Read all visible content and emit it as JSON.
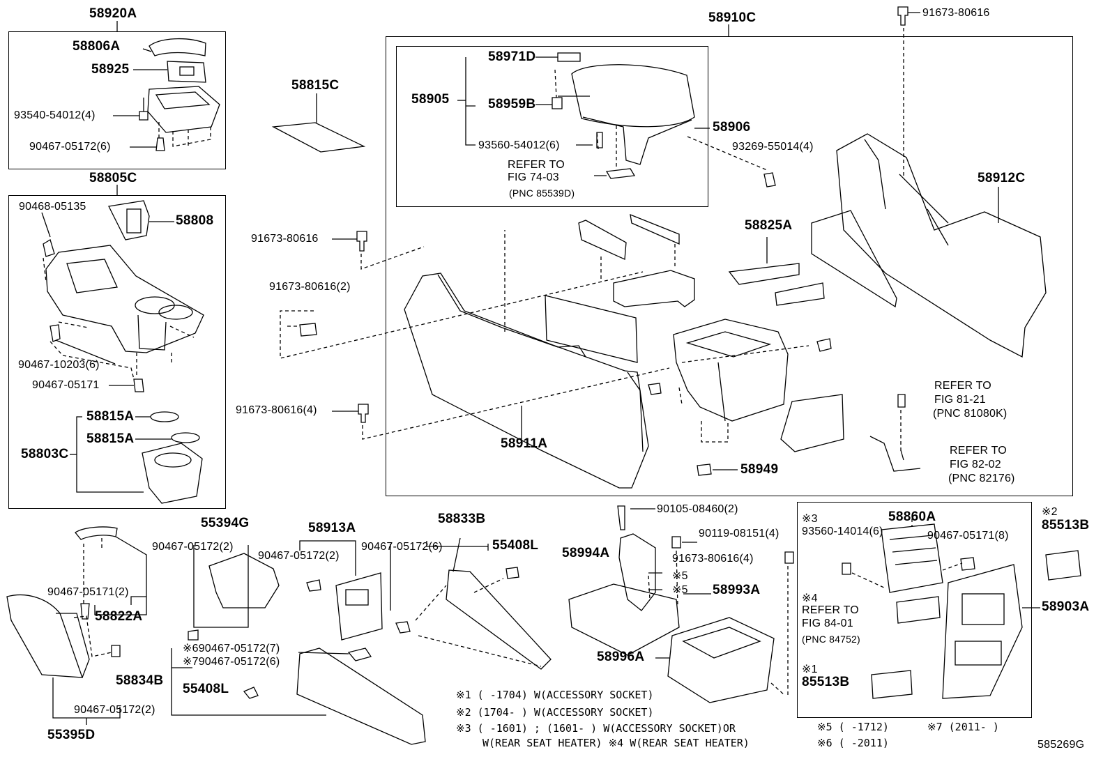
{
  "diagram_id": "585269G",
  "groups": {
    "g58920A": "58920A",
    "g58805C": "58805C",
    "g58910C": "58910C"
  },
  "labels": {
    "p58806A": "58806A",
    "p58925": "58925",
    "p93540": "93540-54012(4)",
    "p90467a": "90467-05172(6)",
    "p90468": "90468-05135",
    "p58808": "58808",
    "p90467b": "90467-10203(6)",
    "p90467c": "90467-05171",
    "p58815A1": "58815A",
    "p58815A2": "58815A",
    "p58803C": "58803C",
    "p58815C": "58815C",
    "p91673top": "91673-80616",
    "p91673a": "91673-80616",
    "p91673b": "91673-80616(2)",
    "p91673c": "91673-80616(4)",
    "p58971D": "58971D",
    "p58905": "58905",
    "p58959B": "58959B",
    "p93560a": "93560-54012(6)",
    "p58906": "58906",
    "p93269": "93269-55014(4)",
    "p58912C": "58912C",
    "p58825A": "58825A",
    "p58911A": "58911A",
    "p58949": "58949",
    "ref1a": "REFER TO",
    "ref1b": "FIG 74-03",
    "ref1c": "(PNC 85539D)",
    "ref2a": "REFER TO",
    "ref2b": "FIG 81-21",
    "ref2c": "(PNC 81080K)",
    "ref3a": "REFER TO",
    "ref3b": "FIG 82-02",
    "ref3c": "(PNC 82176)",
    "p90467d": "90467-05171(2)",
    "p58822A": "58822A",
    "p58834B": "58834B",
    "p90467e": "90467-05172(2)",
    "p55395D": "55395D",
    "p55394G": "55394G",
    "p90467f": "90467-05172(2)",
    "p58913A": "58913A",
    "p90467g": "90467-05172(2)",
    "p90467h": "※690467-05172(7)",
    "p90467i": "※790467-05172(6)",
    "p55408L1": "55408L",
    "p58833B": "58833B",
    "p90467j": "90467-05172(6)",
    "p55408L2": "55408L",
    "p90105": "90105-08460(2)",
    "p90119": "90119-08151(4)",
    "p58994A": "58994A",
    "p91673d": "91673-80616(4)",
    "x5a": "※5",
    "x5b": "※5",
    "p58993A": "58993A",
    "p58996A": "58996A",
    "x3": "※3",
    "p93560b": "93560-14014(6)",
    "p58860A": "58860A",
    "p90467k": "90467-05171(8)",
    "x4": "※4",
    "ref4a": "REFER TO",
    "ref4b": "FIG 84-01",
    "ref4c": "(PNC 84752)",
    "x1": "※1",
    "p85513B1": "85513B",
    "x2": "※2",
    "p85513B2": "85513B",
    "p58903A": "58903A"
  },
  "notes": [
    "※1 (     -1704) W(ACCESSORY SOCKET)",
    "※2 (1704-     ) W(ACCESSORY SOCKET)",
    "※3 (     -1601) ; (1601-     ) W(ACCESSORY SOCKET)OR",
    "W(REAR SEAT HEATER) ※4 W(REAR SEAT HEATER)",
    "※5 (     -1712)",
    "※7 (2011-     )",
    "※6 (     -2011)"
  ]
}
